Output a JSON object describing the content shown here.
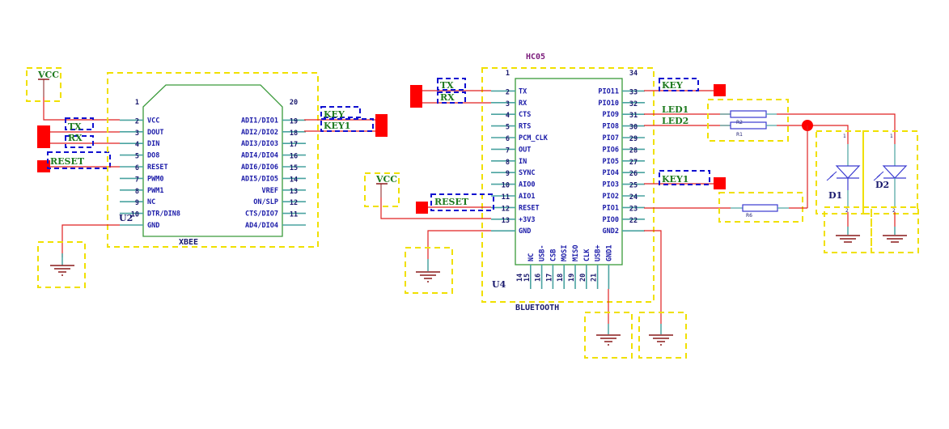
{
  "schematic": {
    "title_hc05": "HC05",
    "xbee": {
      "ref": "U2",
      "name": "XBEE",
      "left_pins": [
        {
          "num": "1",
          "name": ""
        },
        {
          "num": "2",
          "name": "VCC"
        },
        {
          "num": "3",
          "name": "DOUT"
        },
        {
          "num": "4",
          "name": "DIN"
        },
        {
          "num": "5",
          "name": "DO8"
        },
        {
          "num": "6",
          "name": "RESET"
        },
        {
          "num": "7",
          "name": "PWM0"
        },
        {
          "num": "8",
          "name": "PWM1"
        },
        {
          "num": "9",
          "name": "NC"
        },
        {
          "num": "10",
          "name": "DTR/DIN8"
        },
        {
          "num": "",
          "name": "GND"
        }
      ],
      "right_pins": [
        {
          "num": "20",
          "name": ""
        },
        {
          "num": "19",
          "name": "ADI1/DIO1"
        },
        {
          "num": "18",
          "name": "ADI2/DIO2"
        },
        {
          "num": "17",
          "name": "ADI3/DIO3"
        },
        {
          "num": "16",
          "name": "ADI4/DIO4"
        },
        {
          "num": "15",
          "name": "ADI6/DIO6"
        },
        {
          "num": "14",
          "name": "ADI5/DIO5"
        },
        {
          "num": "13",
          "name": "VREF"
        },
        {
          "num": "12",
          "name": "ON/SLP"
        },
        {
          "num": "11",
          "name": "CTS/DIO7"
        },
        {
          "num": "",
          "name": "AD4/DIO4"
        }
      ]
    },
    "bluetooth": {
      "ref": "U4",
      "name": "BLUETOOTH",
      "left_pins": [
        {
          "num": "1",
          "name": ""
        },
        {
          "num": "2",
          "name": "TX"
        },
        {
          "num": "3",
          "name": "RX"
        },
        {
          "num": "4",
          "name": "CTS"
        },
        {
          "num": "5",
          "name": "RTS"
        },
        {
          "num": "6",
          "name": "PCM_CLK"
        },
        {
          "num": "7",
          "name": "OUT"
        },
        {
          "num": "8",
          "name": "IN"
        },
        {
          "num": "9",
          "name": "SYNC"
        },
        {
          "num": "10",
          "name": "AIO0"
        },
        {
          "num": "11",
          "name": "AIO1"
        },
        {
          "num": "12",
          "name": "RESET"
        },
        {
          "num": "13",
          "name": "+3V3"
        },
        {
          "num": "",
          "name": "GND"
        }
      ],
      "right_pins": [
        {
          "num": "34",
          "name": ""
        },
        {
          "num": "33",
          "name": "PIO11"
        },
        {
          "num": "32",
          "name": "PIO10"
        },
        {
          "num": "31",
          "name": "PIO9"
        },
        {
          "num": "30",
          "name": "PIO8"
        },
        {
          "num": "29",
          "name": "PIO7"
        },
        {
          "num": "28",
          "name": "PIO6"
        },
        {
          "num": "27",
          "name": "PIO5"
        },
        {
          "num": "26",
          "name": "PIO4"
        },
        {
          "num": "25",
          "name": "PIO3"
        },
        {
          "num": "24",
          "name": "PIO2"
        },
        {
          "num": "23",
          "name": "PIO1"
        },
        {
          "num": "22",
          "name": "PIO0"
        },
        {
          "num": "",
          "name": "GND2"
        }
      ],
      "bottom_pins": [
        {
          "num": "14",
          "name": ""
        },
        {
          "num": "15",
          "name": "NC"
        },
        {
          "num": "16",
          "name": "USB-"
        },
        {
          "num": "17",
          "name": "CSB"
        },
        {
          "num": "18",
          "name": "MOSI"
        },
        {
          "num": "19",
          "name": "MISO"
        },
        {
          "num": "20",
          "name": "CLK"
        },
        {
          "num": "21",
          "name": "USB+"
        },
        {
          "num": "",
          "name": "GND1"
        }
      ]
    },
    "net_labels": {
      "vcc_left": "VCC",
      "vcc_mid": "VCC",
      "tx_left": "TX",
      "rx_left": "RX",
      "reset_left": "RESET",
      "key_xbee": "KEY",
      "key1_xbee": "KEY1",
      "tx_bt": "TX",
      "rx_bt": "RX",
      "reset_bt": "RESET",
      "key_bt": "KEY",
      "key1_bt": "KEY1",
      "led1": "LED1",
      "led2": "LED2"
    },
    "components": {
      "r1": "R1",
      "r2": "R2",
      "r6": "R6",
      "d1": "D1",
      "d2": "D2",
      "d_pin_top": "1",
      "d_pin_bottom": "2"
    },
    "colors": {
      "wire": "#e02020",
      "pin": "#4aa3a0",
      "body": "#3a9a3a",
      "boundary": "#f0e000",
      "label_box": "#1010d0",
      "port": "#ff0000"
    }
  }
}
